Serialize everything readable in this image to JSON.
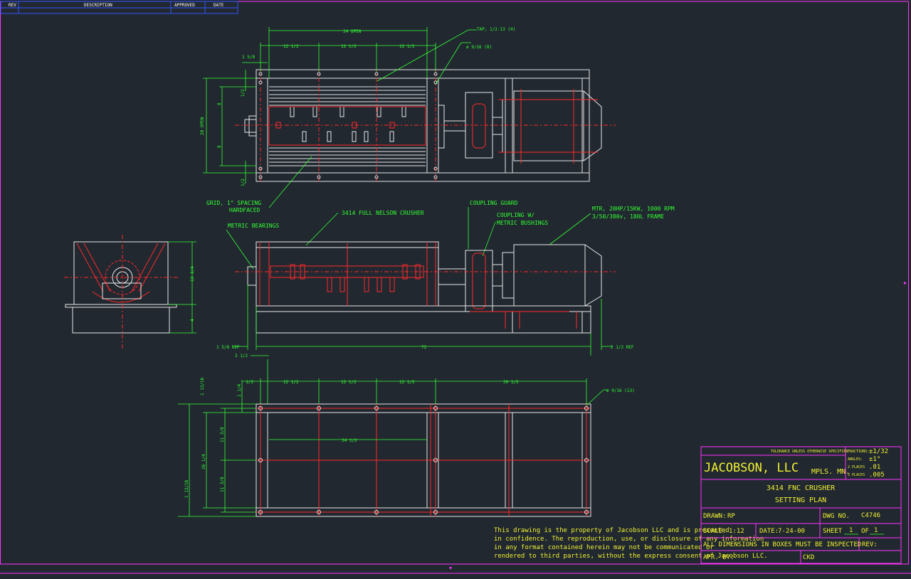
{
  "revision_block": {
    "headers": [
      "REV",
      "DESCRIPTION",
      "APPROVED",
      "DATE"
    ]
  },
  "top_view": {
    "dims": {
      "overall_opening": "34 OPEN",
      "spacing_a": "12 1/2",
      "spacing_b": "12 1/2",
      "spacing_c": "12 1/2",
      "left_offset": "1 5/8",
      "height_opening": "20 OPEN",
      "small_a": "1/2",
      "small_b": "1/2",
      "side_a": "8",
      "side_b": "8"
    },
    "callouts": {
      "tap": "TAP, 1/2-13 (4)",
      "holes": "ø 9/16 (8)"
    }
  },
  "labels": {
    "grid_line1": "GRID, 1\" SPACING",
    "grid_line2": "HARDFACED",
    "crusher": "3414 FULL NELSON CRUSHER",
    "coupling_guard": "COUPLING GUARD",
    "coupling_line1": "COUPLING W/",
    "coupling_line2": "METRIC BUSHINGS",
    "motor_line1": "MTR, 20HP/15KW, 1000 RPM",
    "motor_line2": "3/50/380v, 180L FRAME",
    "metric_bearings": "METRIC BEARINGS"
  },
  "side_view": {
    "dims": {
      "left_ref": "1 5/8 REF",
      "right_ref": "2 1/2 REF",
      "overall": "72",
      "bottom_left": "2 1/2"
    }
  },
  "end_view": {
    "dims": {
      "height_upper": "13 3/4",
      "height_lower": "4"
    }
  },
  "base_view": {
    "dims": {
      "left_edge": "1 1/2",
      "spacing_a": "12 1/2",
      "spacing_b": "12 1/2",
      "spacing_c": "12 1/2",
      "spacing_d": "30 1/2",
      "inner": "34 1/2",
      "v_top": "1 13/16",
      "v_top_small": "1 1/4",
      "v_mid_a": "11 3/8",
      "v_mid_b": "11 3/8",
      "v_overall": "26 1/4",
      "v_bottom": "1 13/16"
    },
    "callouts": {
      "holes": "ø 9/16 (13)"
    }
  },
  "notice": {
    "lines": [
      "This drawing is the property of Jacobson LLC and is presented",
      "in confidence. The reproduction, use, or disclosure of any information",
      "in any format contained herein may not be communicated or",
      "rendered to third parties, without the express consent of Jacobson LLC."
    ]
  },
  "title_block": {
    "tolerance_heading": "TOLERANCE UNLESS OTHERWISE SPECIFIED:",
    "fractions_label": "FRACTIONS:",
    "fractions_value": "±1/32",
    "angles_label": "ANGLES:",
    "angles_value": "±1°",
    "two_places_label": "2 PLACES",
    "two_places_value": ".01",
    "three_places_label": "3 PLACES",
    "three_places_value": ".005",
    "company": "JACOBSON, LLC",
    "location": "MPLS. MN.",
    "title_line1": "3414 FNC CRUSHER",
    "title_line2": "SETTING PLAN",
    "drawn_label": "DRAWN:",
    "drawn_value": "RP",
    "dwg_label": "DWG NO.",
    "dwg_value": "C4746",
    "scale_label": "SCALE:",
    "scale_value": "1:12",
    "date_label": "DATE:",
    "date_value": "7-24-00",
    "sheet_label": "SHEET",
    "sheet_value": "1",
    "of_label": "OF",
    "of_value": "1",
    "inspection_note": "ALL DIMENSIONS IN BOXES MUST BE INSPECTED",
    "rev_label": "REV:",
    "appr_label": "APR. BY:",
    "ckd_label": "CKD"
  },
  "colors": {
    "background": "#212830",
    "outline": "#e8e8e8",
    "hidden": "#ff2a2a",
    "dimension": "#33ff33",
    "title_text": "#f0f030",
    "border": "#ff33ff",
    "revision": "#3355ff"
  }
}
